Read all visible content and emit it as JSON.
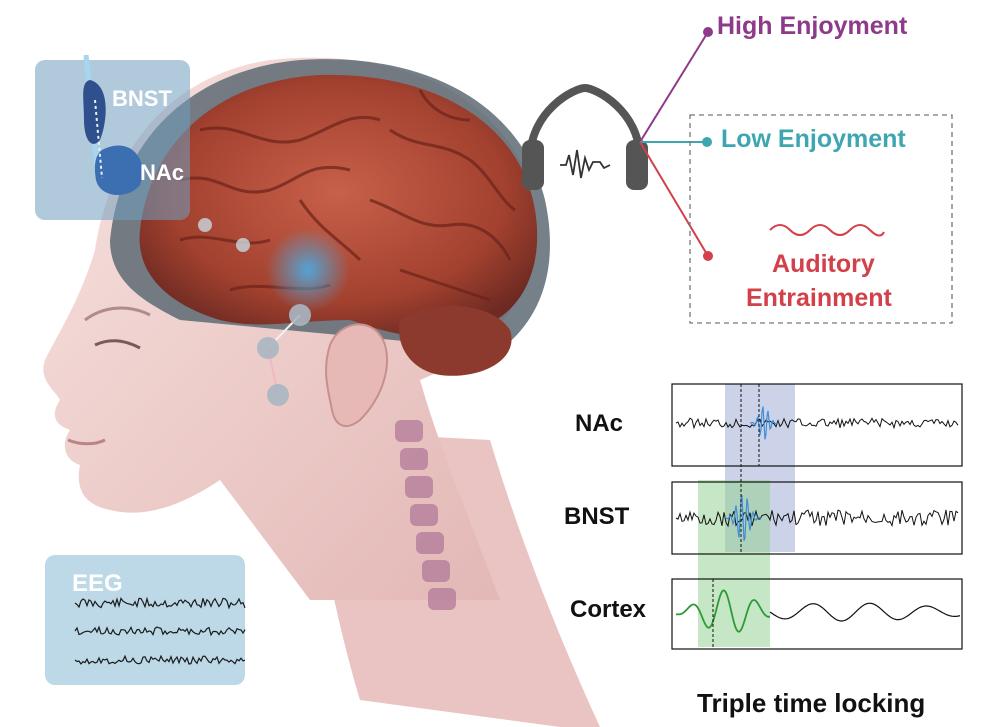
{
  "labels": {
    "bnst_inset": "BNST",
    "nac_inset": "NAc",
    "eeg": "EEG"
  },
  "conditions": {
    "high": {
      "label": "High Enjoyment",
      "color": "#8e3a8a"
    },
    "low": {
      "label": "Low Enjoyment",
      "color": "#3ea6b1"
    },
    "auditory": {
      "line1": "Auditory",
      "line2": "Entrainment",
      "color": "#d2404a"
    }
  },
  "traces": [
    {
      "label": "NAc"
    },
    {
      "label": "BNST"
    },
    {
      "label": "Cortex"
    }
  ],
  "caption": "Triple time locking",
  "colors": {
    "skin": "#f1d3d0",
    "brain": "#b7503e",
    "highlight_blue": "#4fa8dc",
    "band_green": "#8ed08c",
    "band_blue": "#8f9bc9"
  }
}
